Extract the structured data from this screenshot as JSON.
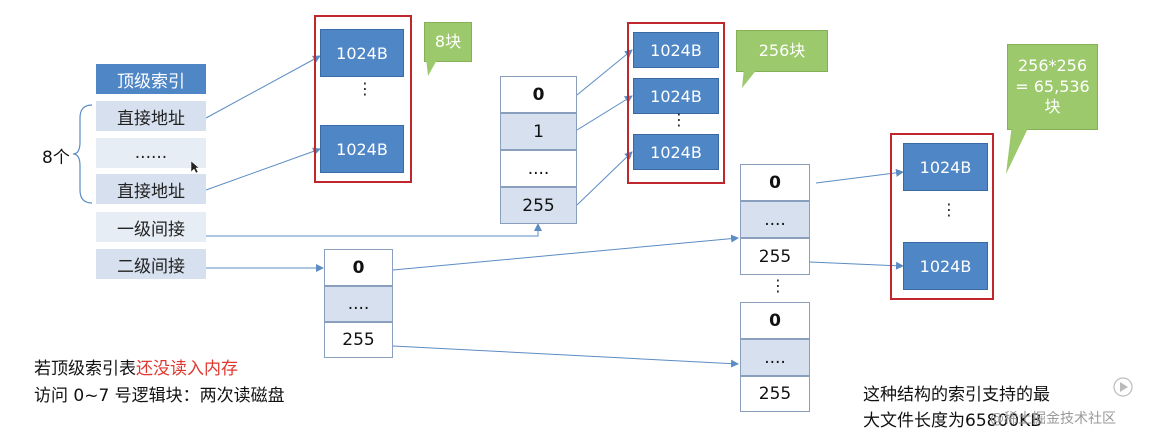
{
  "top_index": {
    "header": "顶级索引",
    "rows": [
      "直接地址",
      "......",
      "直接地址",
      "一级间接",
      "二级间接"
    ]
  },
  "brace_label": "8个",
  "block_label": "1024B",
  "ellipsis_vertical": "⋮",
  "index_block": {
    "first": "0",
    "second": "1",
    "dots": "....",
    "last": "255"
  },
  "callouts": {
    "c1": "8块",
    "c2": "256块",
    "c3_line1": "256*256",
    "c3_line2": "= 65,536",
    "c3_line3": "块"
  },
  "note": {
    "line1_prefix": "若顶级索引表",
    "line1_red": "还没读入内存",
    "line2": "访问 0~7 号逻辑块：两次读磁盘"
  },
  "conclusion": {
    "line1": "这种结构的索引支持的最",
    "line2": "大文件长度为65800KB"
  },
  "watermark": "@稀土掘金技术社区",
  "colors": {
    "block_blue": "#4f86c6",
    "index_gray": "#d6e0ee",
    "frame_red": "#c0272d",
    "callout_green": "#9cc96b",
    "arrow_blue": "#5b8cc4",
    "highlight_red": "#e0392f"
  }
}
